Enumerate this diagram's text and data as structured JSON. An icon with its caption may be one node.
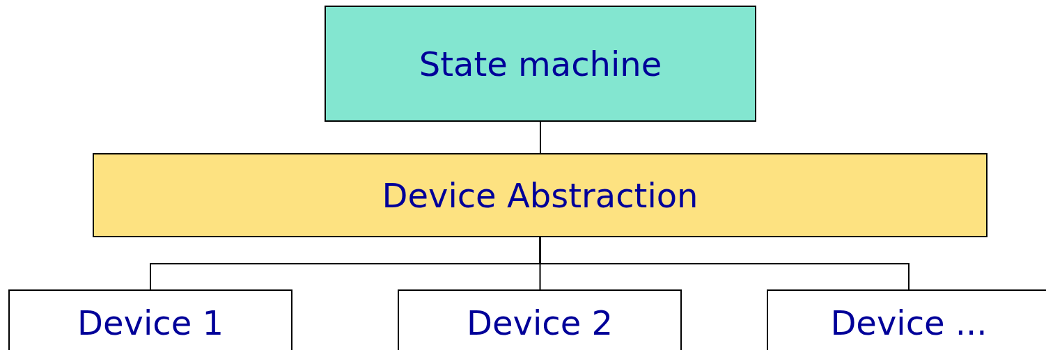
{
  "diagram": {
    "nodes": [
      {
        "text": [
          "State machine"
        ]
      },
      {
        "text": [
          "Device Abstraction"
        ]
      },
      {
        "text": [
          "Device 1"
        ]
      },
      {
        "text": [
          "Device 2"
        ]
      },
      {
        "text": [
          "Device ..."
        ]
      }
    ],
    "edges": [
      {
        "from": 0,
        "to": 1,
        "arrow": "none"
      },
      {
        "from": 1,
        "to": 2,
        "arrow": "none"
      },
      {
        "from": 1,
        "to": 3,
        "arrow": "none"
      },
      {
        "from": 1,
        "to": 4,
        "arrow": "none"
      }
    ]
  }
}
